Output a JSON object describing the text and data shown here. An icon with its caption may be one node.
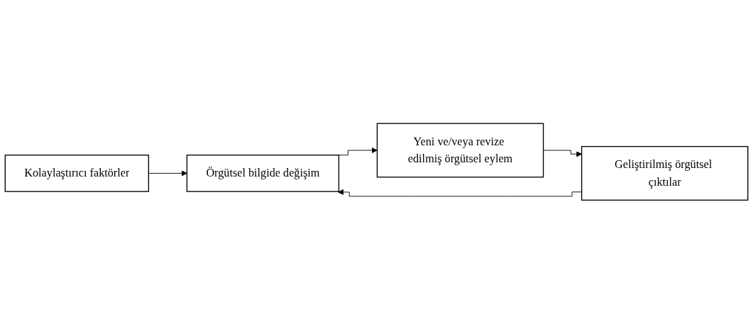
{
  "diagram": {
    "nodes": [
      {
        "text": [
          "Kolaylaştırıcı faktörler"
        ]
      },
      {
        "text": [
          "Örgütsel bilgide değişim"
        ]
      },
      {
        "text": [
          "Yeni ve/veya revize edilmiş örgütsel eylem"
        ]
      },
      {
        "text": [
          "Geliştirilmiş örgütsel çıktılar"
        ]
      }
    ],
    "edges": [
      {
        "from": 0,
        "to": 1,
        "arrow": "to"
      },
      {
        "from": 1,
        "to": 2,
        "arrow": "to"
      },
      {
        "from": 2,
        "to": 3,
        "arrow": "to"
      },
      {
        "from": 3,
        "to": 1,
        "arrow": "to"
      }
    ]
  }
}
